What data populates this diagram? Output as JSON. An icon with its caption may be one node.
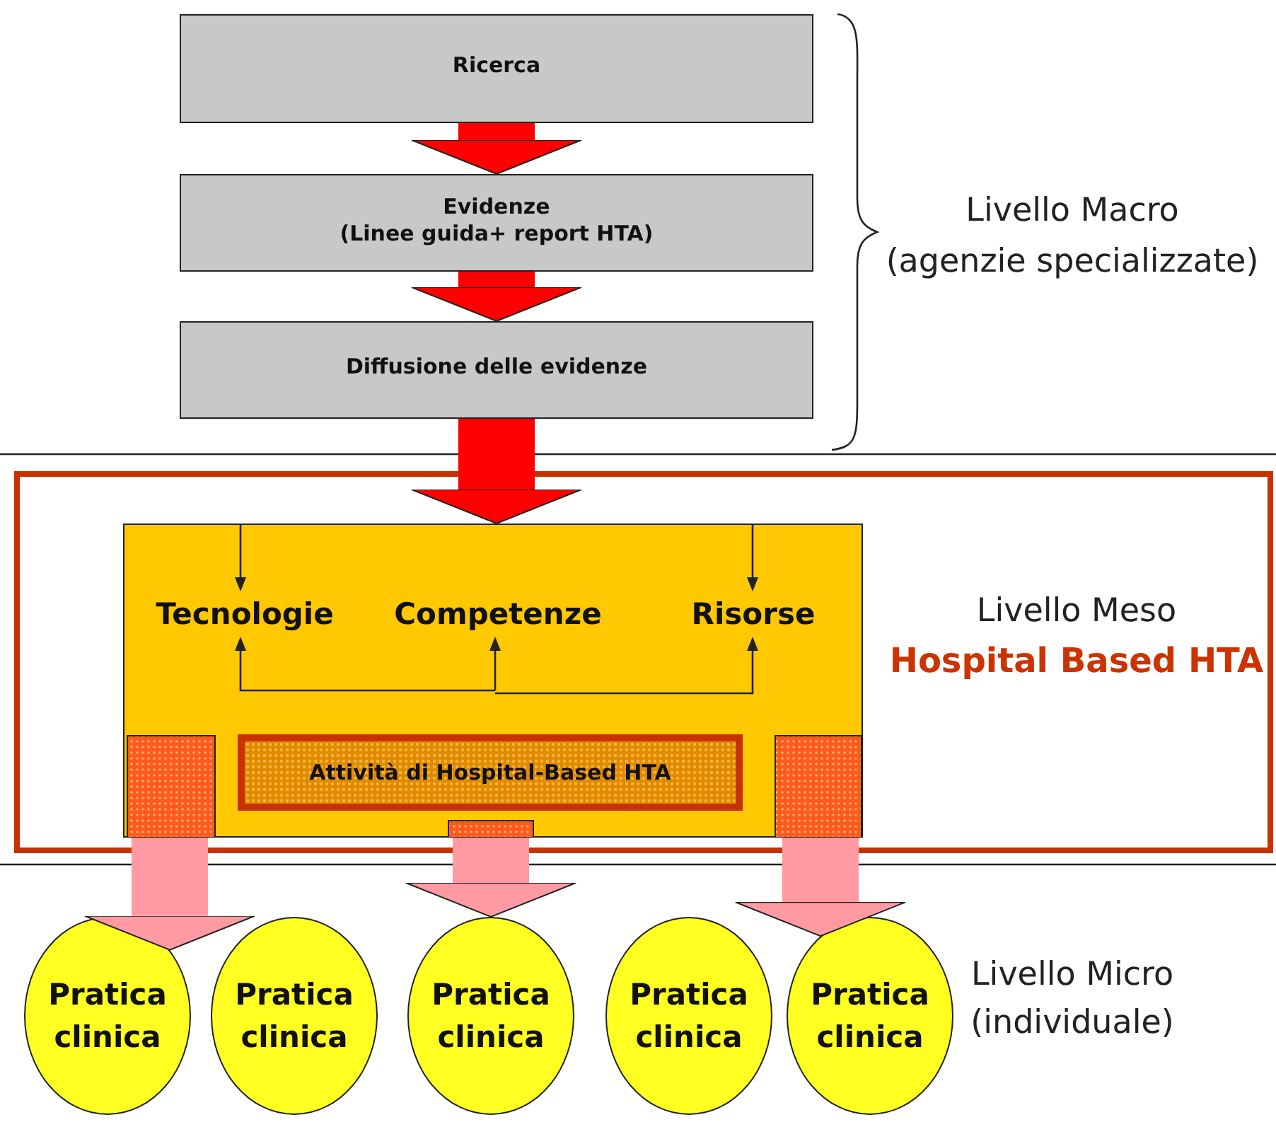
{
  "diagram": {
    "nodes": [
      {
        "text": [
          "Ricerca"
        ]
      },
      {
        "text": [
          "Evidenze",
          "(Linee guida+ report HTA)"
        ]
      },
      {
        "text": [
          "Diffusione delle evidenze"
        ]
      },
      {
        "text": [
          "Livello Meso",
          "Hospital Based HTA"
        ]
      },
      {
        "text": [],
        "shape": "box",
        "in": 3
      },
      {
        "text": [
          "Tecnologie"
        ],
        "in": 4
      },
      {
        "text": [
          "Competenze"
        ],
        "in": 4
      },
      {
        "text": [
          "Risorse"
        ],
        "in": 4
      },
      {
        "text": [
          "Attività di Hospital-Based HTA"
        ],
        "in": 4
      },
      {
        "text": [
          "Pratica clinica"
        ]
      },
      {
        "text": [
          "Pratica clinica"
        ]
      },
      {
        "text": [
          "Pratica clinica"
        ]
      },
      {
        "text": [
          "Pratica clinica"
        ]
      },
      {
        "text": [
          "Pratica clinica"
        ]
      }
    ],
    "edges": [
      {
        "from": 0,
        "to": 1,
        "arrow": "to",
        "color": "#ff0000"
      },
      {
        "from": 1,
        "to": 2,
        "arrow": "to",
        "color": "#ff0000"
      },
      {
        "from": 2,
        "to": 4,
        "arrow": "to",
        "color": "#ff0000"
      },
      {
        "from": null,
        "to": 5,
        "arrow": "to"
      },
      {
        "from": null,
        "to": 7,
        "arrow": "to"
      },
      {
        "from": null,
        "to": 5,
        "arrow": "to"
      },
      {
        "from": null,
        "to": 6,
        "arrow": "to"
      },
      {
        "from": null,
        "to": 7,
        "arrow": "to"
      },
      {
        "from": 4,
        "to": 9,
        "arrow": "to",
        "color": "#ff9aa2"
      },
      {
        "from": 4,
        "to": 11,
        "arrow": "to",
        "color": "#ff9aa2"
      },
      {
        "from": 4,
        "to": 13,
        "arrow": "to",
        "color": "#ff9aa2"
      }
    ],
    "labels": [
      "Livello Macro",
      "(agenzie specializzate)",
      "Livello Micro",
      "(individuale)"
    ]
  }
}
